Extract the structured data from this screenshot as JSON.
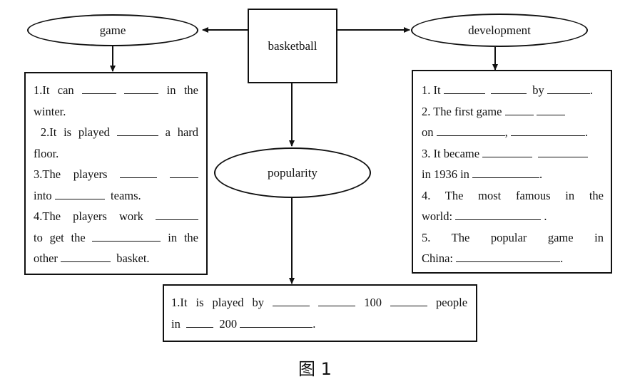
{
  "center_node": "basketball",
  "nodes": {
    "game": "game",
    "development": "development",
    "popularity": "popularity"
  },
  "game_box": {
    "l1a": "1.It can",
    "l1b": "in the",
    "l1c": "winter.",
    "l2a": "2.It is played",
    "l2b": "a hard",
    "l2c": "floor.",
    "l3a": "3.The players",
    "l3b": "into",
    "l3c": "teams.",
    "l4a": "4.The players work",
    "l4b": "to get the",
    "l4c": "in the",
    "l4d": "other",
    "l4e": "basket."
  },
  "development_box": {
    "l1a": "1. It",
    "l1b": "by",
    "l1c": ".",
    "l2a": "2. The first game",
    "l2b": "on",
    "l2c": ",",
    "l2d": ".",
    "l3a": "3. It became",
    "l3b": "in 1936 in",
    "l3c": ".",
    "l4a": "4. The most famous in the",
    "l4b": "world:",
    "l4c": ".",
    "l5a": "5. The popular game in",
    "l5b": "China:",
    "l5c": "."
  },
  "popularity_box": {
    "l1a": "1.It is played by",
    "l1b": "100",
    "l1c": "people",
    "l2a": "in",
    "l2b": "200",
    "l2c": "."
  },
  "caption": "图 1"
}
